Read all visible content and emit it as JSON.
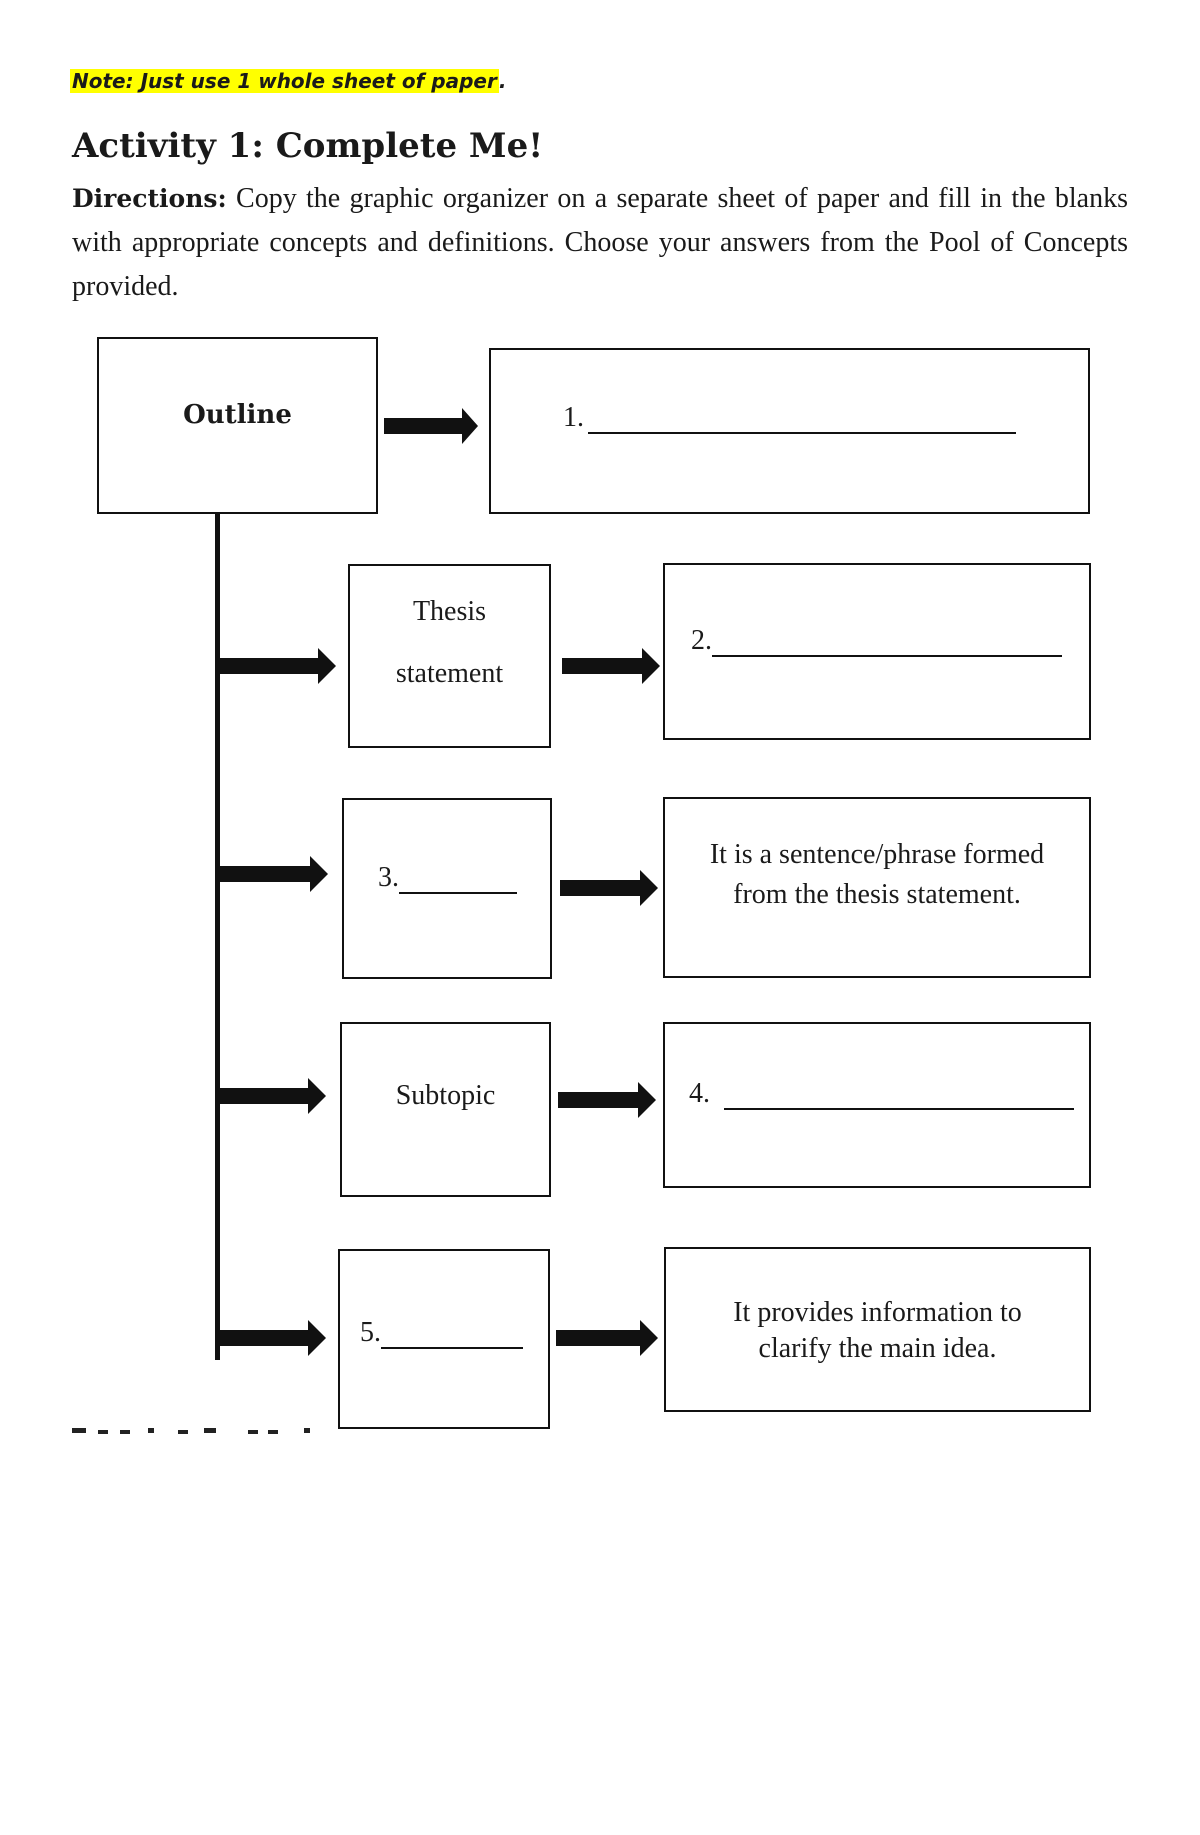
{
  "note": {
    "text": "Note: Just use 1 whole sheet of paper",
    "trail": "."
  },
  "activity": {
    "title": "Activity 1: Complete Me!",
    "directions_label": "Directions:",
    "directions_text": " Copy the graphic organizer on a separate sheet of paper and fill in the blanks with appropriate concepts and definitions. Choose your answers from the Pool of Concepts provided."
  },
  "organizer": {
    "root_label": "Outline",
    "blank1": "1.",
    "thesis_line1": "Thesis",
    "thesis_line2": "statement",
    "blank2": "2.",
    "blank3": "3.",
    "def3_line1": "It is a sentence/phrase formed",
    "def3_line2": "from the thesis statement.",
    "subtopic_label": "Subtopic",
    "blank4": "4.",
    "blank5": "5.",
    "def5_line1": "It provides information to",
    "def5_line2": "clarify the main idea."
  },
  "colors": {
    "highlight": "#ffff00",
    "ink": "#111111"
  }
}
